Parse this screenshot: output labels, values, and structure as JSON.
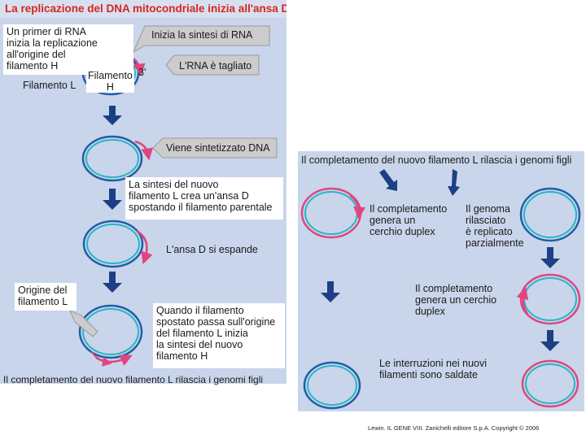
{
  "left": {
    "title": "La replicazione del DNA mitocondriale inizia all'ansa D",
    "primer_box": [
      "Un primer di RNA",
      "inizia la replicazione",
      "all'origine del",
      "filamento H"
    ],
    "label_filamento_l": "Filamento L",
    "label_filamento_h": [
      "Filamento",
      "H"
    ],
    "label_3prime": "3'",
    "callout_rna_start": "Inizia la sintesi di RNA",
    "callout_rna_cut": "L'RNA è tagliato",
    "callout_dna_synth": "Viene sintetizzato DNA",
    "box_new_l": [
      "La sintesi del nuovo",
      "filamento L crea un'ansa D",
      "spostando il filamento parentale"
    ],
    "label_ansa_expand": "L'ansa D si espande",
    "box_origin_l": [
      "Origine del",
      "filamento L"
    ],
    "box_displaced": [
      "Quando il filamento",
      "spostato passa sull'origine",
      "del filamento L inizia",
      "la sintesi del nuovo",
      "filamento H"
    ],
    "footer": "Il completamento del nuovo filamento L rilascia i genomi figli"
  },
  "right": {
    "title": "Il completamento del nuovo filamento L rilascia i genomi figli",
    "text_duplex_left": [
      "Il completamento",
      "genera un",
      "cerchio duplex"
    ],
    "text_partial": [
      "Il genoma",
      "rilasciato",
      "è replicato",
      "parzialmente"
    ],
    "text_duplex_right": [
      "Il completamento",
      "genera un cerchio",
      "duplex"
    ],
    "text_sealed": [
      "Le interruzioni nei nuovi",
      "filamenti sono saldate"
    ]
  },
  "copyright": "Lewin. IL GENE VIII. Zanichelli editore S.p.A. Copyright © 2006",
  "colors": {
    "panel": "#c9d5ea",
    "title_red": "#d7261e",
    "strand_blue": "#1f5fa8",
    "strand_cyan": "#25b6c6",
    "strand_magenta": "#e0457f",
    "arrow_navy": "#1d3f86"
  }
}
